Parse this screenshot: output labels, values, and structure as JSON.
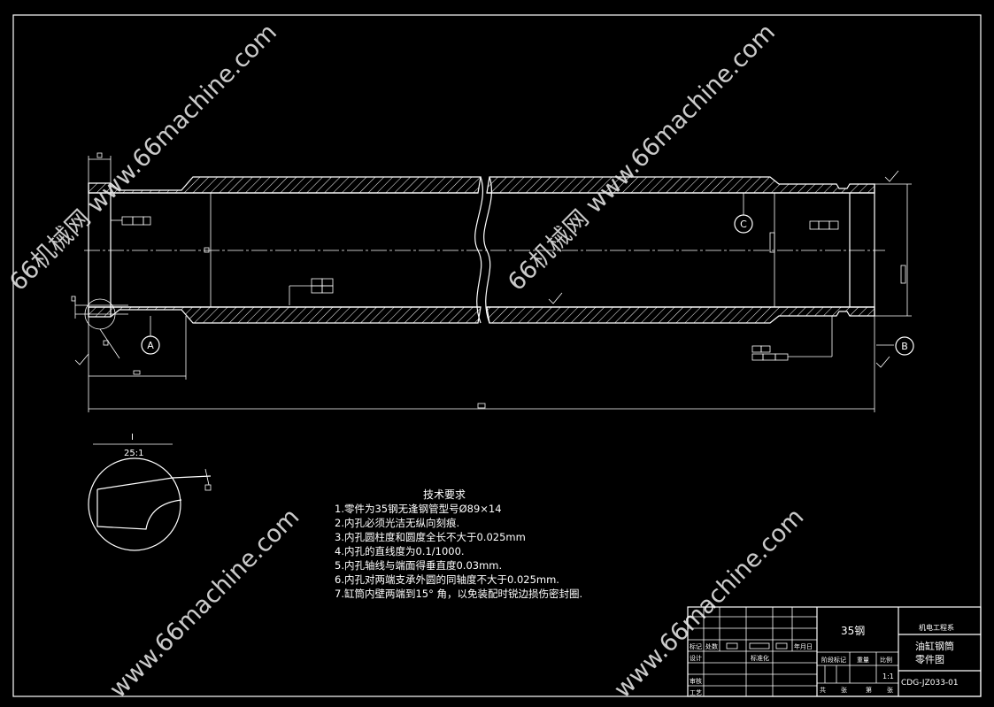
{
  "watermarks": [
    "66机械网 www.66machine.com",
    "66机械网 www.66machine.com",
    "www.66machine.com",
    "www.66machine.com"
  ],
  "labels": {
    "view_a": "A",
    "view_b": "B",
    "view_c": "C",
    "detail_dim_top": "I",
    "detail_dim": "25:1"
  },
  "notes": {
    "title": "技术要求",
    "items": [
      "1.零件为35钢无逢钢管型号Ø89×14",
      "2.内孔必须光洁无纵向刻痕.",
      "3.内孔圆柱度和圆度全长不大于0.025mm",
      "4.内孔的直线度为0.1/1000.",
      "5.内孔轴线与端面得垂直度0.03mm.",
      "6.内孔对两端支承外圆的同轴度不大于0.025mm.",
      "7.缸筒内壁两端到15° 角，以免装配时锐边损伤密封圈."
    ]
  },
  "title_block": {
    "material": "35钢",
    "department": "机电工程系",
    "part_name_1": "油缸钢筒",
    "part_name_2": "零件图",
    "drawing_no": "CDG-JZ033-01",
    "scale": "1:1",
    "col_stage": "阶段标记",
    "col_weight": "重量",
    "col_ratio": "比例",
    "row_design": "设计",
    "row_standard": "标准化",
    "row_check": "审核",
    "row_process": "工艺",
    "row_mark": "标记",
    "row_count": "处数",
    "row_date": "年月日",
    "total": "共",
    "sheets": "张",
    "page": "第",
    "sheet2": "张"
  }
}
